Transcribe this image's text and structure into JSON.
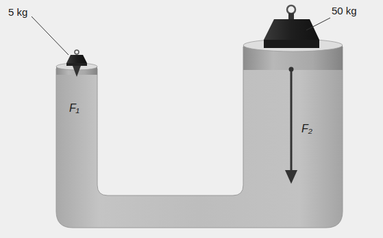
{
  "diagram": {
    "labels": [
      "5 kg",
      "50 kg",
      "F₁",
      "F₂"
    ]
  }
}
